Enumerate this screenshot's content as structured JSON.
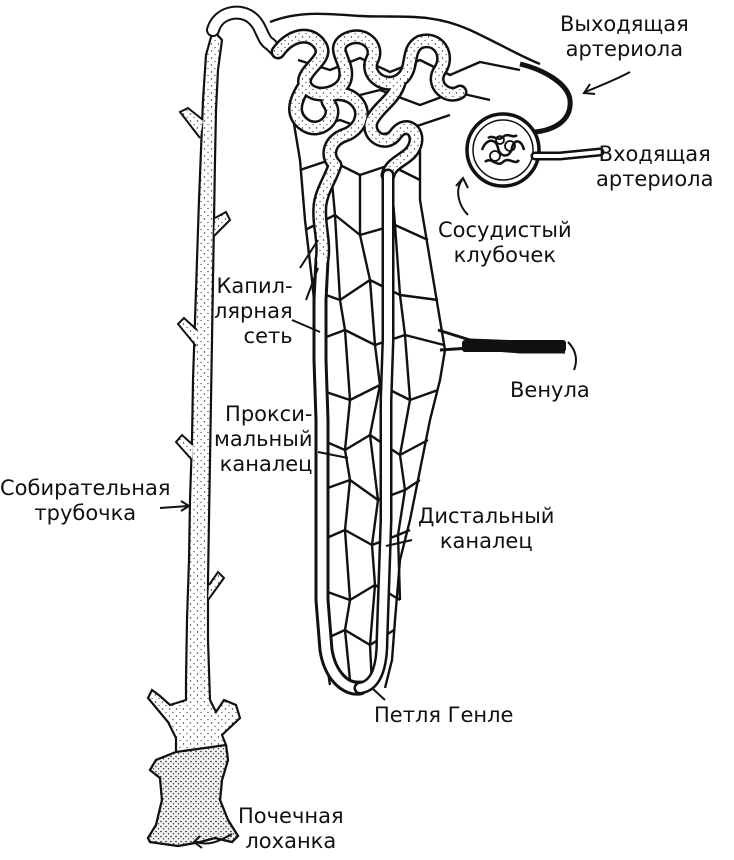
{
  "labels": {
    "efferent_arteriole": [
      "Выходящая",
      "артериола"
    ],
    "afferent_arteriole": [
      "Входящая",
      "артериола"
    ],
    "glomerulus": [
      "Сосудистый",
      "клубочек"
    ],
    "capillary_network": [
      "Капил-",
      "лярная",
      "сеть"
    ],
    "venule": "Венула",
    "proximal_tubule": [
      "Прокси-",
      "мальный",
      "каналец"
    ],
    "collecting_duct": [
      "Собирательная",
      "трубочка"
    ],
    "distal_tubule": [
      "Дистальный",
      "каналец"
    ],
    "loop_of_henle": "Петля Генле",
    "renal_pelvis": [
      "Почечная",
      "лоханка"
    ]
  }
}
